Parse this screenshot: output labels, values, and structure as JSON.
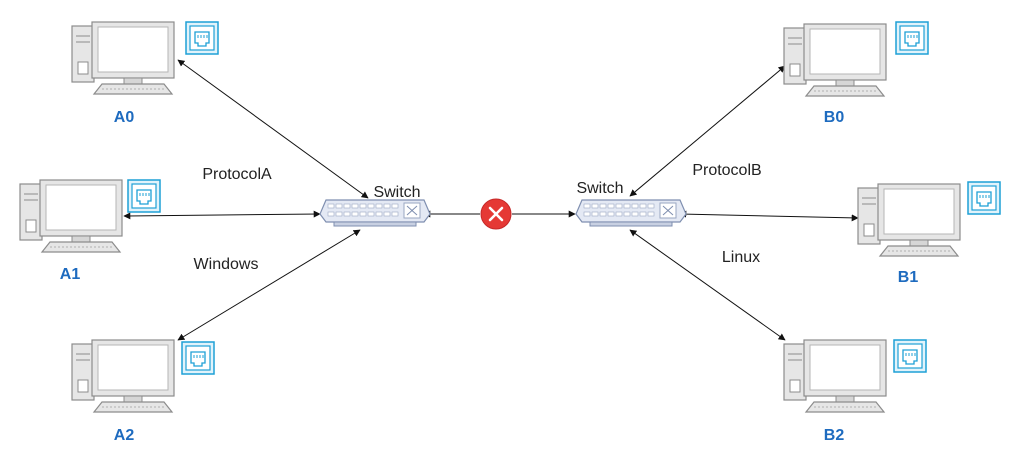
{
  "diagram": {
    "nodes": {
      "a0": {
        "label": "A0"
      },
      "a1": {
        "label": "A1"
      },
      "a2": {
        "label": "A2"
      },
      "b0": {
        "label": "B0"
      },
      "b1": {
        "label": "B1"
      },
      "b2": {
        "label": "B2"
      }
    },
    "switches": {
      "left": {
        "label": "Switch"
      },
      "right": {
        "label": "Switch"
      }
    },
    "edge_labels": {
      "protocol_a": "ProtocolA",
      "windows": "Windows",
      "protocol_b": "ProtocolB",
      "linux": "Linux"
    },
    "link_status": {
      "icon": "x-circle-icon",
      "color": "#e53935"
    },
    "colors": {
      "label": "#1e6bbf",
      "port_fill": "#e1f3fb",
      "port_stroke": "#1ea0d6",
      "device_body": "#e6e6e6",
      "device_stroke": "#8c8c8c",
      "switch_fill": "#e4e9f4",
      "switch_stroke": "#7f8fb0"
    }
  }
}
